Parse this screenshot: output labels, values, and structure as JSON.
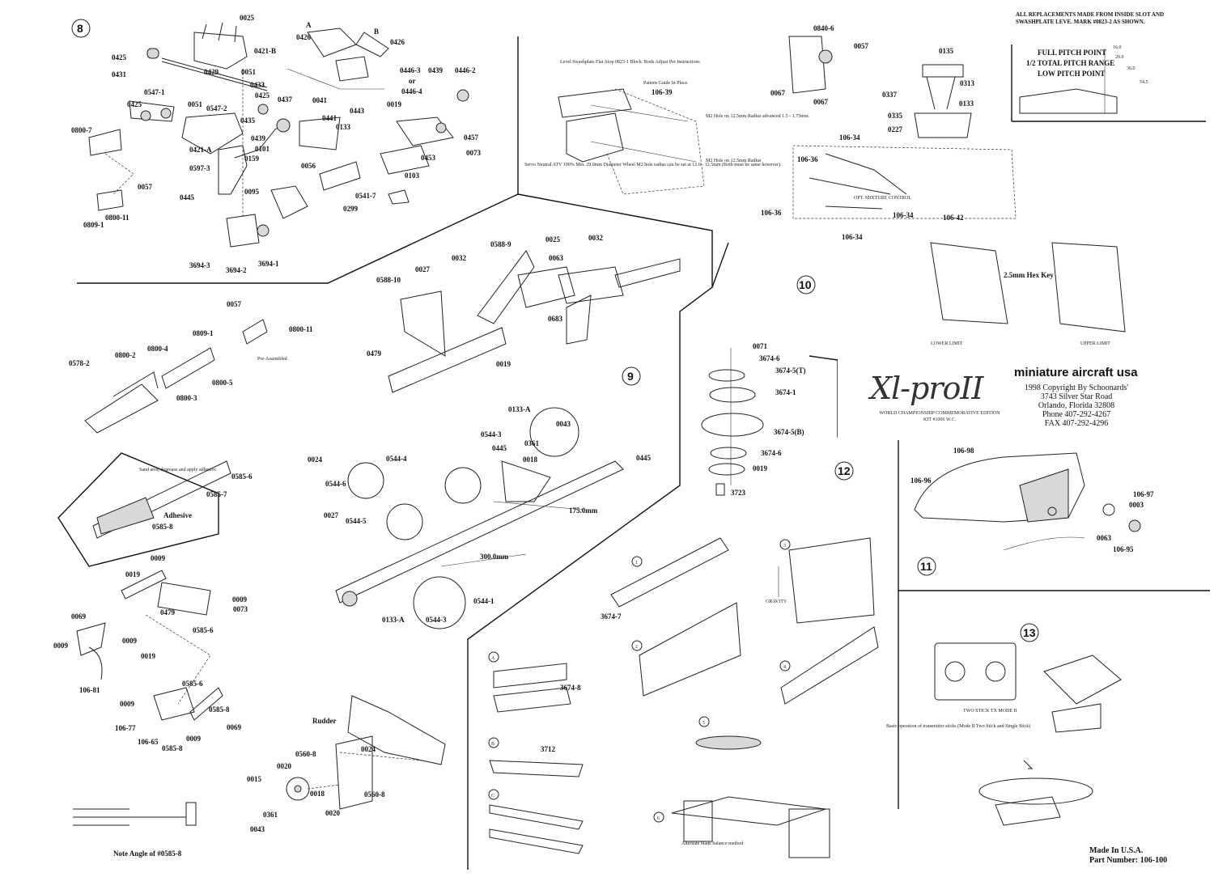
{
  "sections": {
    "s8": "8",
    "s9": "9",
    "s10": "10",
    "s11": "11",
    "s12": "12",
    "s13": "13"
  },
  "panel8": {
    "labels": [
      "0025",
      "0421-B",
      "0425",
      "0431",
      "0429",
      "0051",
      "0433",
      "0425",
      "0547-1",
      "0425",
      "0051",
      "0547-2",
      "0435",
      "0437",
      "0041",
      "0441",
      "0133",
      "0443",
      "0019",
      "0800-7",
      "0421-A",
      "0439",
      "0101",
      "0159",
      "0597-3",
      "0056",
      "0103",
      "0057",
      "0445",
      "0095",
      "0800-11",
      "0809-1",
      "3694-3",
      "3694-2",
      "3694-1",
      "0426",
      "0426",
      "0446-3",
      "0446-4",
      "0439",
      "0446-2",
      "0457",
      "0073",
      "0453",
      "0541-7",
      "0299"
    ],
    "or_text": "or",
    "a_label": "A",
    "b_label": "B"
  },
  "panel_level": {
    "level_note": "Level Swashplate Flat Atop 0823-1 Block. Rods Adjust Per Instructions",
    "pattern_note": "Pattern Guide In Place.",
    "code": "106-39",
    "m2_a": "M2 Hole on 12.5mm Radius advanced 1.5 - 1.75mm.",
    "m2_b": "M2 Hole on 12.5mm Radius",
    "servo_note": "Servo Neutral ATV 100% Min. 29.0mm Diameter Wheel M2 hole radius can be set at 12.0 - 12.5mm (Both must be same however)."
  },
  "panel10": {
    "labels": [
      "0840-6",
      "0057",
      "0067",
      "0067",
      "0135",
      "0313",
      "0337",
      "0133",
      "0335",
      "0227",
      "106-34",
      "106-36",
      "106-36",
      "106-34",
      "106-42",
      "106-34"
    ],
    "mixture_note": "OPT. MIXTURE CONTROL",
    "hex_key": "2.5mm Hex Key",
    "lower_limit": "LOWER LIMIT",
    "upper_limit": "UPPER LIMIT"
  },
  "top_note": "ALL REPLACEMENTS MADE FROM INSIDE SLOT AND SWASHPLATE LEVE. MARK #0823-2 AS SHOWN.",
  "pitch": {
    "full": "FULL PITCH POINT",
    "range": "1/2 TOTAL PITCH RANGE",
    "low": "LOW PITCH POINT",
    "v1": "16.0",
    "v2": "20.0",
    "v3": "36.0",
    "v4": "54.5"
  },
  "panel9": {
    "labels": [
      "0057",
      "0800-11",
      "0809-1",
      "0800-4",
      "0800-2",
      "0578-2",
      "0800-5",
      "0800-3",
      "0588-10",
      "0027",
      "0032",
      "0588-9",
      "0025",
      "0063",
      "0032",
      "0683",
      "0479",
      "0019",
      "0133-A",
      "0043",
      "0544-3",
      "0361",
      "0445",
      "0018",
      "0445",
      "0024",
      "0544-4",
      "0544-6",
      "0027",
      "0544-5",
      "0544-1",
      "0133-A",
      "0544-3"
    ],
    "preassembled": "Pre-Assembled",
    "dim1": "175.0mm",
    "dim2": "300.0mm"
  },
  "panel_boom": {
    "labels": [
      "0585-6",
      "0585-7",
      "0585-8",
      "0009",
      "0019",
      "0009",
      "0073",
      "0479",
      "0585-6",
      "0069",
      "0009",
      "0009",
      "0019",
      "106-81",
      "0009",
      "0585-6",
      "0585-8",
      "106-77",
      "106-65",
      "0009",
      "0585-8",
      "0069"
    ],
    "adhesive": "Adhesive",
    "small_note": "Sand area, degrease and apply adhesive",
    "note_angle": "Note Angle of #0585-8"
  },
  "panel_rudder": {
    "rudder": "Rudder",
    "labels": [
      "0560-8",
      "0020",
      "0024",
      "0015",
      "0018",
      "0560-8",
      "0361",
      "0020",
      "0043"
    ]
  },
  "panel12": {
    "labels": [
      "0071",
      "3674-6",
      "3674-5(T)",
      "3674-1",
      "3674-5(B)",
      "3674-6",
      "0019",
      "3723",
      "3674-7",
      "3674-8",
      "3712"
    ],
    "gravity": "GRAVITY",
    "steps": [
      "1",
      "2",
      "3",
      "4",
      "5",
      "6"
    ],
    "letters": [
      "A",
      "B",
      "C"
    ],
    "alt_method": "Alternate blade balance method"
  },
  "title": {
    "logo": "Xl-proII",
    "brand": "miniature aircraft usa",
    "edition_line1": "WORLD CHAMPIONSHIP COMMEMORATIVE EDITION",
    "edition_line2": "KIT #1006 W.C.",
    "copyright": "1998 Copyright By Schoonards'",
    "street": "3743 Silver Star Road",
    "city": "Orlando, Florida 32808",
    "phone": "Phone 407-292-4267",
    "fax": "FAX 407-292-4296"
  },
  "panel11": {
    "labels": [
      "106-98",
      "106-96",
      "106-97",
      "0003",
      "0063",
      "106-95"
    ]
  },
  "panel13": {
    "tx_label": "TWO STICK TX MODE II",
    "ops_text": "Basic operation of transmitter sticks (Mode II Two Stick and Single Stick)"
  },
  "footer": {
    "made_in": "Made In U.S.A.",
    "part_number": "Part Number: 106-100"
  }
}
